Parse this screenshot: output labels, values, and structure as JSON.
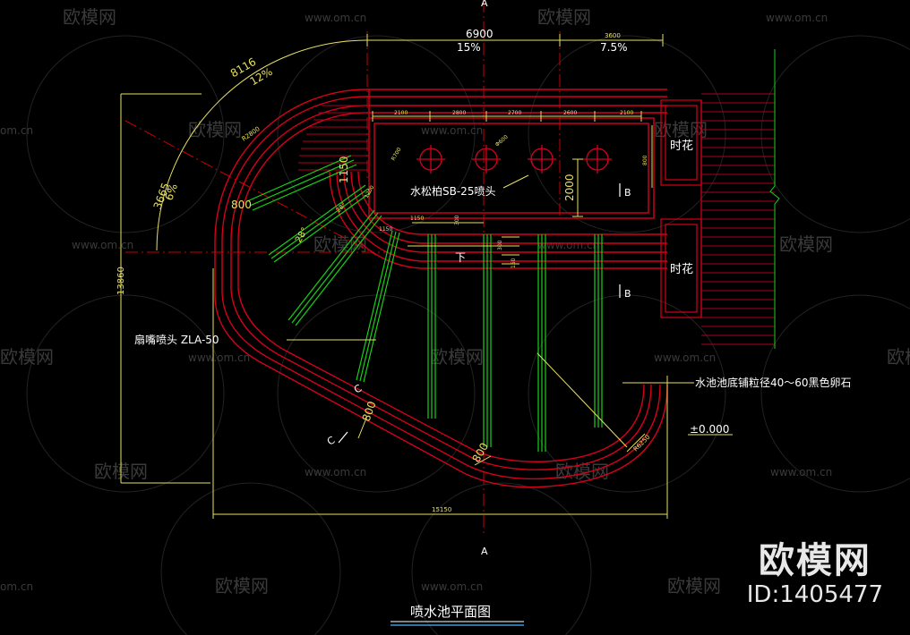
{
  "title": "喷水池平面图",
  "section_marks": {
    "a": "A",
    "b": "B",
    "c": "C"
  },
  "dimensions": {
    "top_total": "6900",
    "top_slope_left": "15%",
    "top_right": "3600",
    "top_slope_right": "7.5%",
    "arc_length": "8116",
    "arc_slope": "12%",
    "left_arc_length": "3665",
    "left_arc_slope": "6%",
    "height_total": "13860",
    "bottom_total": "15150",
    "radius_upper": "R2800",
    "radius_lower": "R6250",
    "spacing": [
      "2100",
      "2800",
      "2700",
      "2600",
      "2100"
    ],
    "inner_radius": "R700",
    "small_dims": [
      "1150",
      "1200",
      "1150",
      "1150",
      "800",
      "800",
      "800",
      "300",
      "300",
      "150"
    ],
    "bed_height": "2000",
    "bed_width": "800",
    "angle_a": "28°",
    "angle_b": "28°",
    "nozzle_dia": "Φ600"
  },
  "labels": {
    "spray_nozzle": "水松柏SB-25喷头",
    "fan_nozzle": "扇嘴喷头 ZLA-50",
    "pool_bottom": "水池池底铺粒径40～60黑色卵石",
    "flower_top": "时花",
    "flower_bottom": "时花",
    "elevation": "±0.000",
    "down": "下"
  },
  "watermark": {
    "brand": "欧模网",
    "site": "www.om.cn",
    "site_short": "om.cn",
    "id": "ID:1405477"
  },
  "colors": {
    "background": "#000000",
    "outline": "#d4001c",
    "dimension": "#e8e060",
    "fan_spray": "#17d117",
    "label": "#ffffff",
    "axis": "#cc0000",
    "hatch": "#b00020",
    "watermark": "#3a3a3a"
  }
}
